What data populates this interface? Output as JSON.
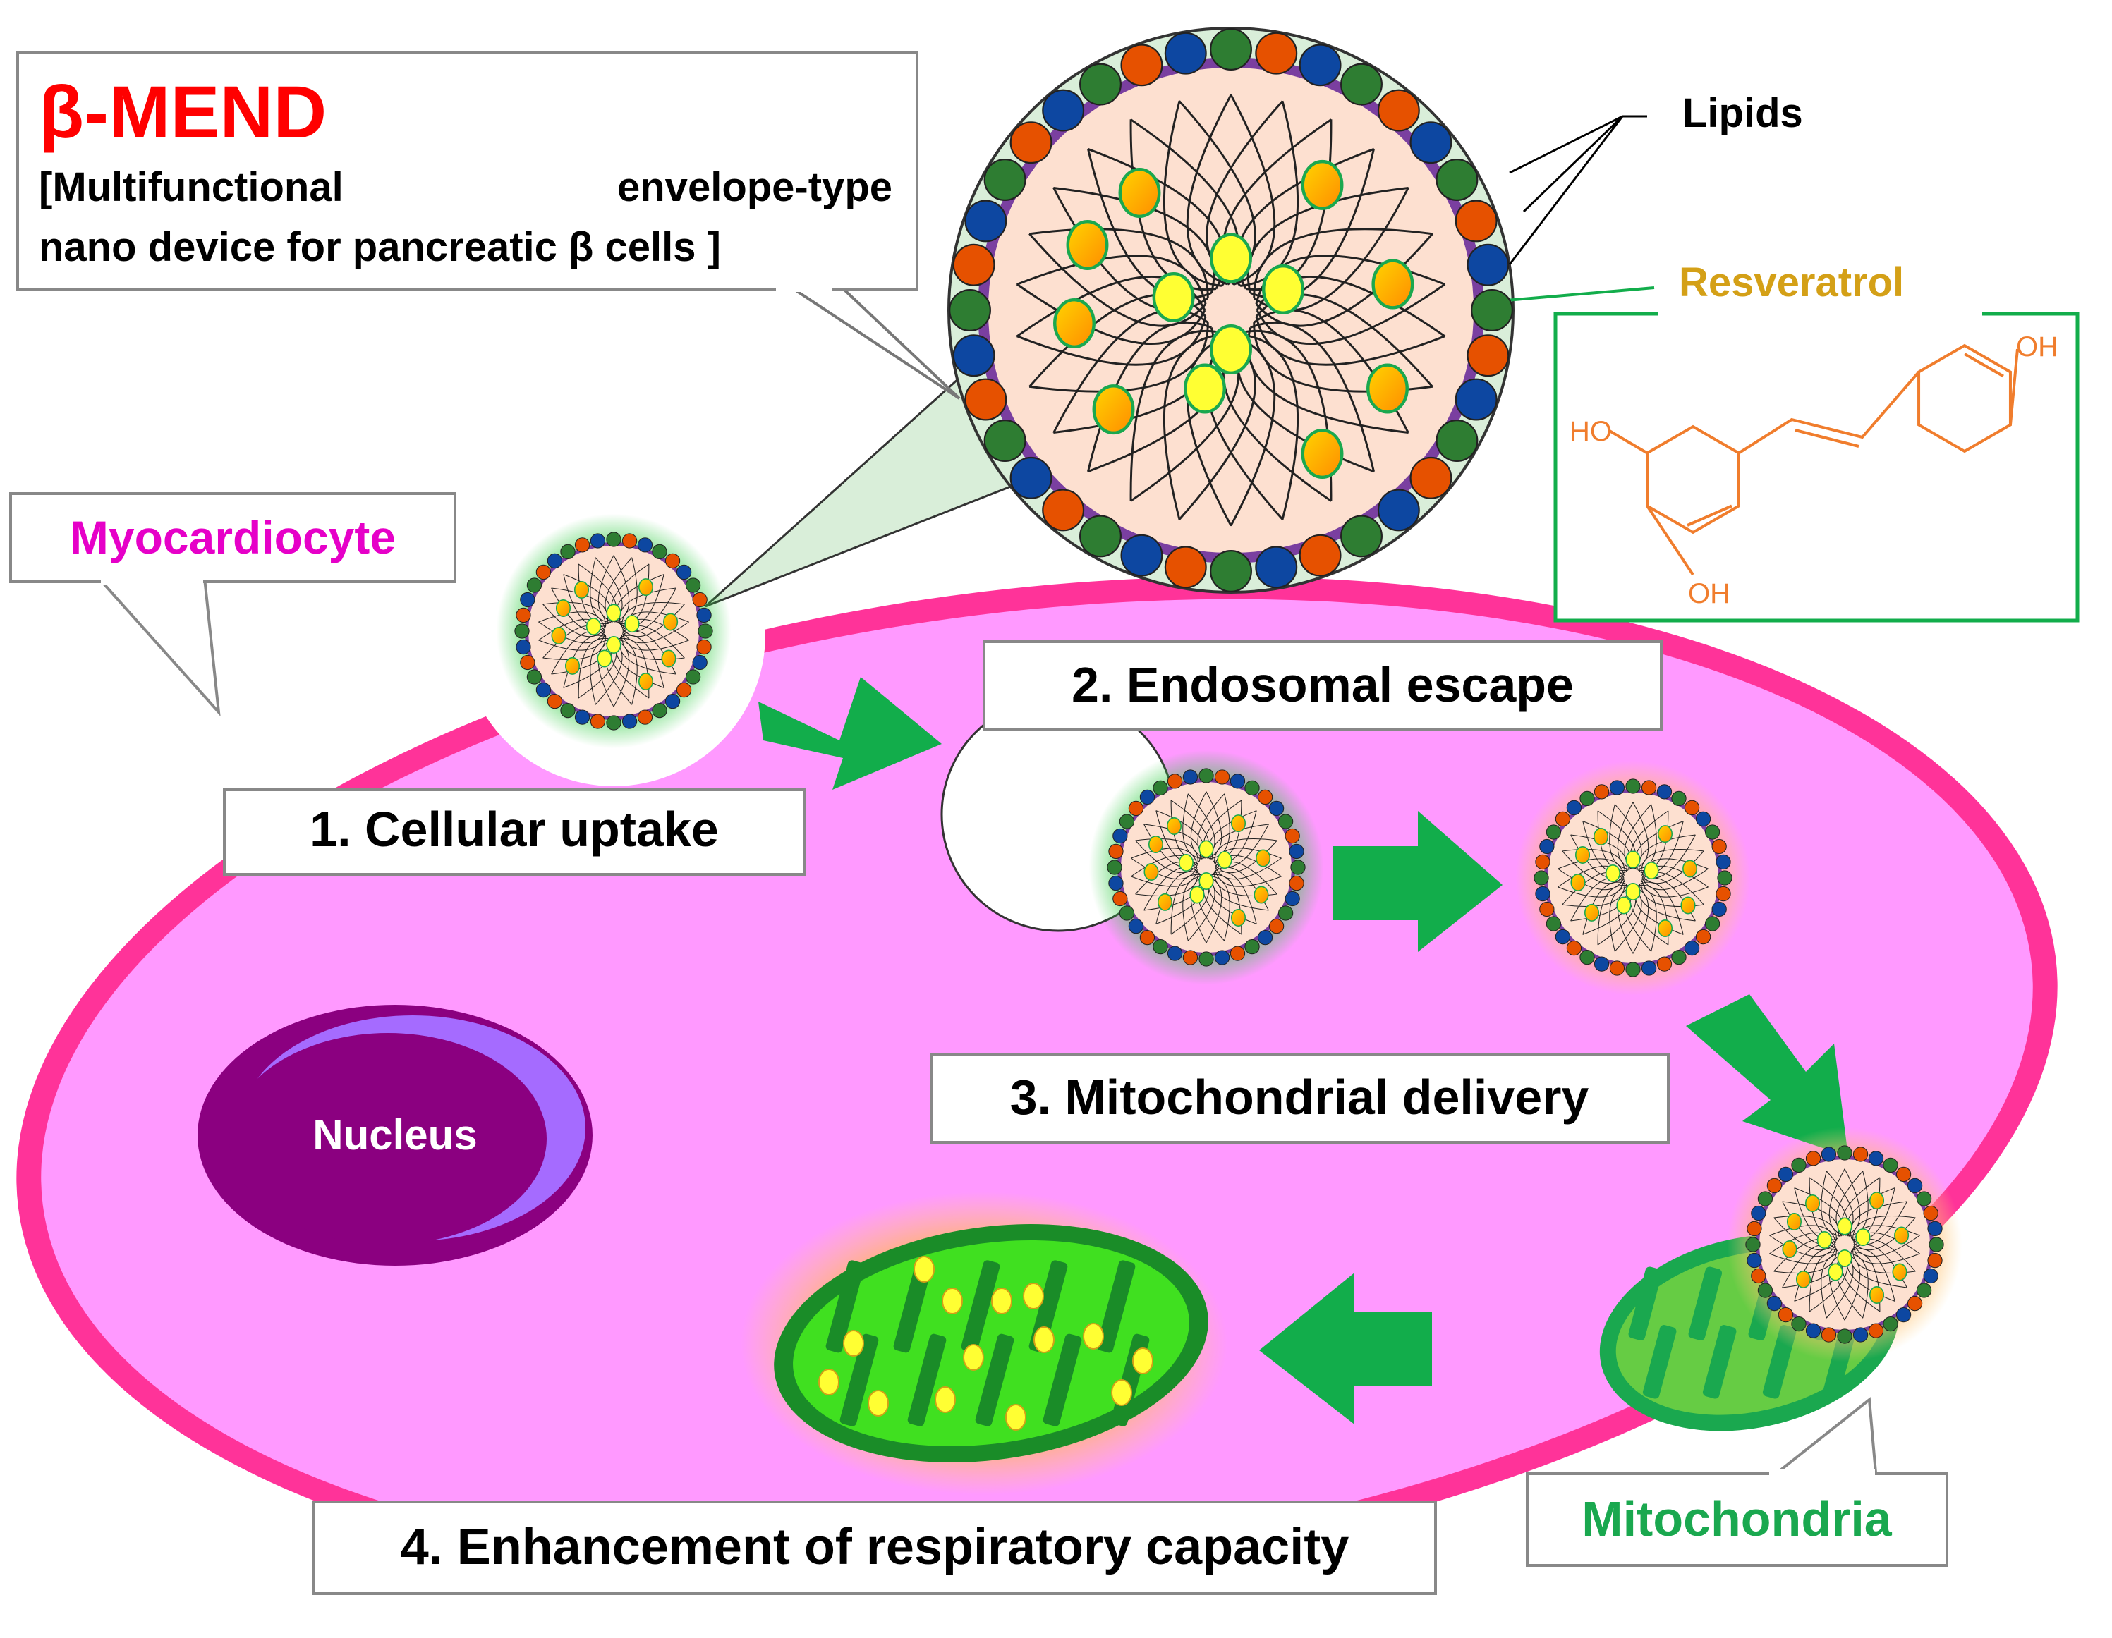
{
  "header": {
    "title": "β-MEND",
    "subtitle_line1_a": "[Multifunctional",
    "subtitle_line1_b": "envelope-type",
    "subtitle_line2": "nano device for pancreatic β cells ]"
  },
  "labels": {
    "lipids": "Lipids",
    "resveratrol": "Resveratrol",
    "myocardiocyte": "Myocardiocyte",
    "nucleus": "Nucleus",
    "mitochondria": "Mitochondria"
  },
  "steps": {
    "step1": "1. Cellular uptake",
    "step2": "2. Endosomal escape",
    "step3": "3. Mitochondrial delivery",
    "step4": "4. Enhancement of respiratory capacity"
  },
  "molecule": {
    "oh_top": "OH",
    "ho_left": "HO",
    "oh_bottom": "OH"
  },
  "colors": {
    "title_red": "#ff0000",
    "myocardiocyte_magenta": "#e600c8",
    "resveratrol_gold": "#d4a017",
    "molecule_orange": "#f07d2d",
    "mitochondria_green": "#1aa84f",
    "cell_fill": "#ff99ff",
    "cell_border": "#ff3399",
    "arrow_green": "#12ad4b",
    "nucleus_outer": "#8b0080",
    "nucleus_ring": "#a56bff"
  }
}
